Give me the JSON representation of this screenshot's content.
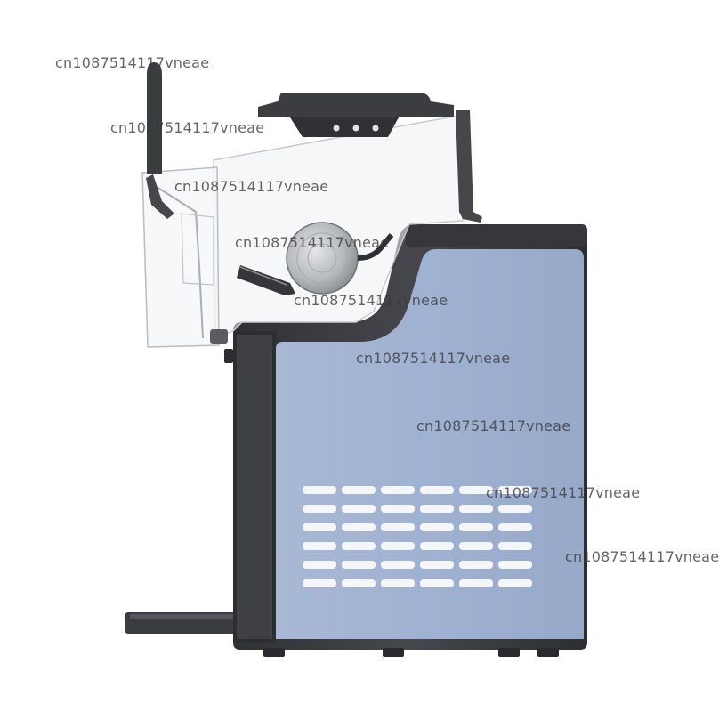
{
  "watermarks": [
    "cn1087514117vneae",
    "cn1087514117vneae",
    "cn1087514117vneae",
    "cn1087514117vneae",
    "cn1087514117vneae",
    "cn1087514117vneae",
    "cn1087514117vneae",
    "cn1087514117vneae",
    "cn1087514117vneae"
  ],
  "colors": {
    "body_blue": "#a2b3d2",
    "frame_dark": "#3c3e42",
    "dial_silver": "#b9bcc0",
    "vent_white": "#f4f6fa"
  }
}
